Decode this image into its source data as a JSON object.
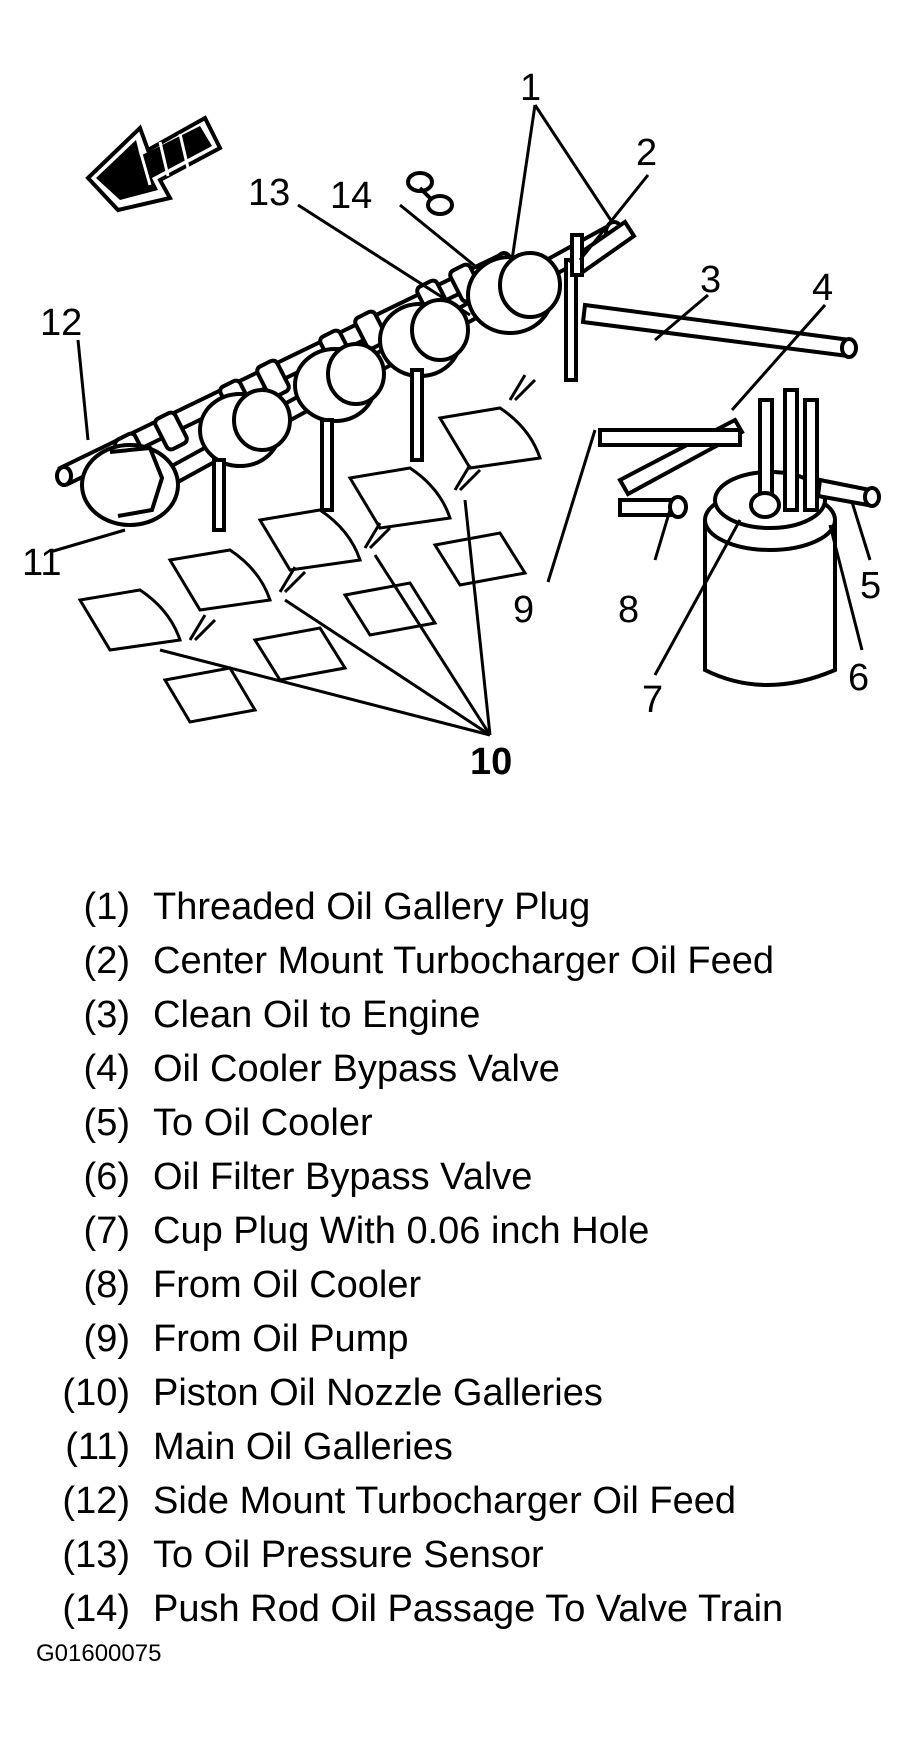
{
  "callouts": {
    "c1": "1",
    "c2": "2",
    "c3": "3",
    "c4": "4",
    "c5": "5",
    "c6": "6",
    "c7": "7",
    "c8": "8",
    "c9": "9",
    "c10": "10",
    "c11": "11",
    "c12": "12",
    "c13": "13",
    "c14": "14"
  },
  "legend": [
    {
      "num": "(1)",
      "desc": "Threaded Oil Gallery Plug"
    },
    {
      "num": "(2)",
      "desc": "Center Mount Turbocharger Oil Feed"
    },
    {
      "num": "(3)",
      "desc": "Clean Oil to Engine"
    },
    {
      "num": "(4)",
      "desc": "Oil Cooler Bypass Valve"
    },
    {
      "num": "(5)",
      "desc": "To Oil Cooler"
    },
    {
      "num": "(6)",
      "desc": "Oil Filter Bypass Valve"
    },
    {
      "num": "(7)",
      "desc": "Cup Plug With 0.06 inch Hole"
    },
    {
      "num": "(8)",
      "desc": "From Oil Cooler"
    },
    {
      "num": "(9)",
      "desc": "From Oil Pump"
    },
    {
      "num": "(10)",
      "desc": "Piston Oil Nozzle Galleries"
    },
    {
      "num": "(11)",
      "desc": "Main Oil Galleries"
    },
    {
      "num": "(12)",
      "desc": "Side Mount Turbocharger Oil Feed"
    },
    {
      "num": "(13)",
      "desc": "To Oil Pressure Sensor"
    },
    {
      "num": "(14)",
      "desc": "Push Rod Oil Passage To Valve Train"
    }
  ],
  "figure_id": "G01600075"
}
